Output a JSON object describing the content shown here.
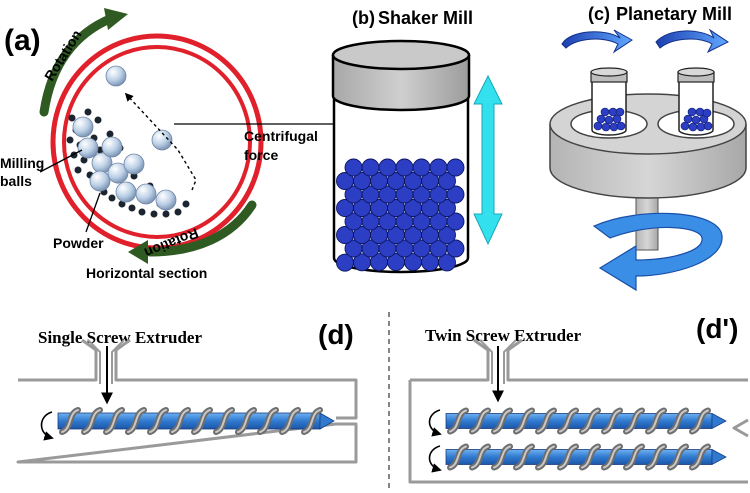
{
  "panel_a": {
    "letter": "(a)",
    "rotation_top": "Rotation",
    "rotation_bottom": "Rotation",
    "centrifugal_line1": "Centrifugal",
    "centrifugal_line2": "force",
    "milling_line1": "Milling",
    "milling_line2": "balls",
    "powder": "Powder",
    "section": "Horizontal section"
  },
  "panel_b": {
    "letter": "(b)",
    "title": "Shaker Mill"
  },
  "panel_c": {
    "letter": "(c)",
    "title": "Planetary Mill"
  },
  "panel_d": {
    "letter": "(d)",
    "title": "Single Screw Extruder"
  },
  "panel_d2": {
    "letter": "(d')",
    "title": "Twin Screw Extruder"
  },
  "colors": {
    "ring_red": "#e0202a",
    "arrow_green": "#2f5a22",
    "ball_blue": "#2c3fc4",
    "cyan_arrow": "#33e0ee",
    "screw_blue": "#3a86d8",
    "jar_cap": "#b8b8b8",
    "mill_gray": "#c4c4c4"
  }
}
